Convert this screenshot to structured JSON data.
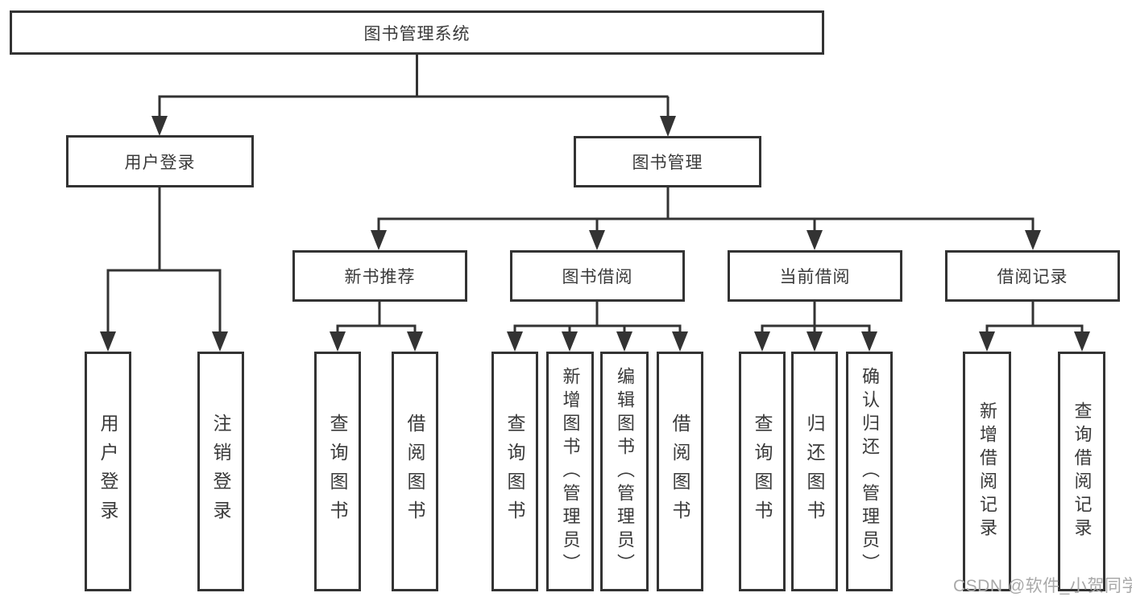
{
  "nodes": {
    "root": "图书管理系统",
    "userLogin": "用户登录",
    "bookMgmt": "图书管理",
    "newBookRec": "新书推荐",
    "bookBorrow": "图书借阅",
    "currentBorrow": "当前借阅",
    "borrowRecord": "借阅记录",
    "leafUserLogin": "用户登录",
    "leafLogout": "注销登录",
    "leafQueryBook1": "查询图书",
    "leafBorrowBook1": "借阅图书",
    "leafQueryBook2": "查询图书",
    "leafAddBook": "新增图书（管理员）",
    "leafEditBook": "编辑图书（管理员）",
    "leafBorrowBook2": "借阅图书",
    "leafQueryBook3": "查询图书",
    "leafReturnBook": "归还图书",
    "leafConfirmReturn": "确认归还（管理员）",
    "leafAddRecord": "新增借阅记录",
    "leafQueryRecord": "查询借阅记录"
  },
  "colors": {
    "line": "#333333",
    "border": "#333333",
    "text": "#3a3a3a",
    "watermark": "#a9a9a9"
  },
  "watermark": "CSDN @软件_小贺同学"
}
